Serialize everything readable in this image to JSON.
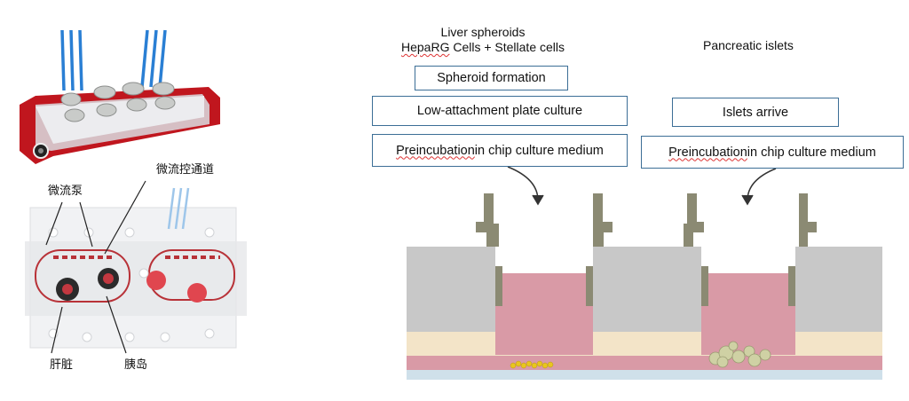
{
  "labels": {
    "liver_title": "Liver spheroids",
    "liver_cells_a": "HepaRG",
    "liver_cells_b": " Cells + Stellate cells",
    "pancreatic_title": "Pancreatic islets",
    "pump": "微流泵",
    "channel": "微流控通道",
    "liver": "肝脏",
    "islet": "胰岛"
  },
  "steps_left": [
    {
      "text": "Spheroid formation"
    },
    {
      "text": "Low-attachment plate culture"
    },
    {
      "pre": "",
      "squig": "Preincubation",
      "post": " in chip culture medium"
    }
  ],
  "steps_right": [
    {
      "text": "Islets arrive"
    },
    {
      "pre": "",
      "squig": "Preincubation",
      "post": " in chip culture medium"
    }
  ],
  "colors": {
    "box_border": "#3c6e96",
    "chip_red": "#c0161e",
    "medium_pink": "#d99aa6",
    "wall_gray": "#c8c8c8",
    "insert_gray": "#8b8a73",
    "base_beige": "#f3e4c8",
    "bottom_blue": "#cfe0ea",
    "spheroid_yellow": "#e8c51e",
    "islet_green": "#cfd1a4"
  },
  "icons": [
    "tube-icon",
    "arrow-curved-icon"
  ]
}
